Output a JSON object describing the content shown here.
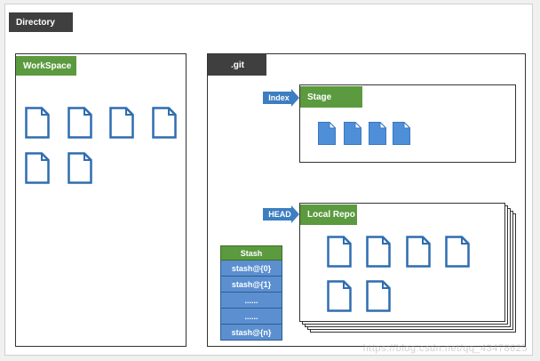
{
  "directory": {
    "label": "Directory"
  },
  "workspace": {
    "label": "WorkSpace"
  },
  "git": {
    "label": ".git"
  },
  "index": {
    "arrow_label": "Index",
    "stage_label": "Stage"
  },
  "head": {
    "arrow_label": "HEAD",
    "repo_label": "Local Repo"
  },
  "stash": {
    "header": "Stash",
    "rows": [
      "stash@{0}",
      "stash@{1}",
      "......",
      "......",
      "stash@{n}"
    ]
  },
  "watermark": "https://blog.csdn.net/qq_43478625",
  "colors": {
    "dark_tag": "#3f3f3f",
    "green_tag": "#5b9a3f",
    "arrow_blue": "#3d7ec1",
    "file_outline": "#2f6db0",
    "file_fill": "#4f8fd8"
  }
}
